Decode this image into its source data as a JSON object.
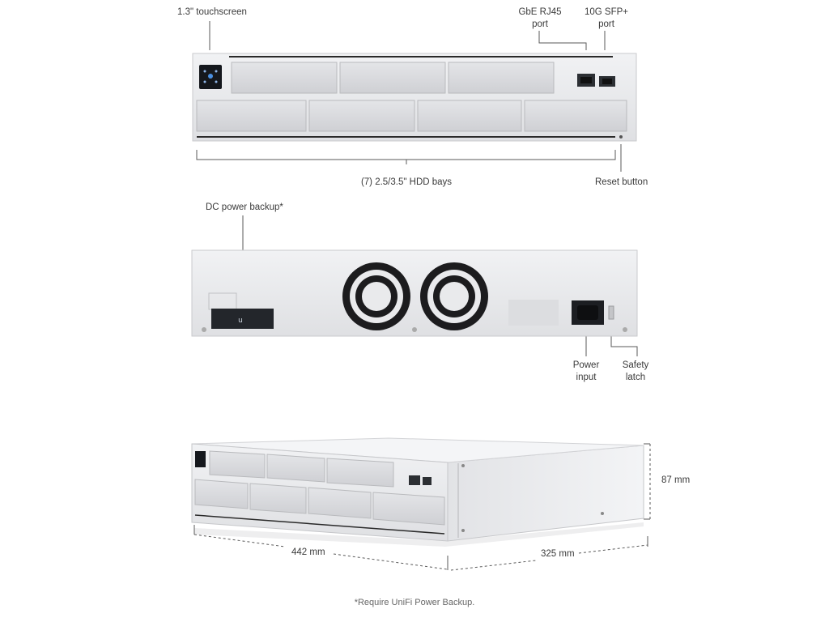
{
  "front": {
    "touchscreen_label": "1.3\" touchscreen",
    "rj45_label": "GbE RJ45\nport",
    "sfp_label": "10G SFP+\nport",
    "hdd_label": "(7) 2.5/3.5\" HDD bays",
    "reset_label": "Reset button"
  },
  "rear": {
    "dc_label": "DC power backup*",
    "power_label": "Power\ninput",
    "latch_label": "Safety\nlatch"
  },
  "dimensions": {
    "height": "87 mm",
    "width": "442 mm",
    "depth": "325 mm"
  },
  "footnote": "*Require UniFi Power Backup.",
  "colors": {
    "chassis": "#e9eaec",
    "panel": "#d9dadd",
    "label": "#3a3a3a",
    "lines": "#5a5a5a"
  }
}
